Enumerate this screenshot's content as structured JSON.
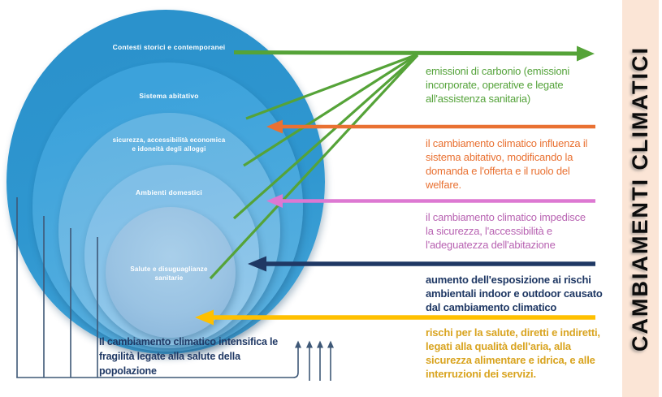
{
  "sidebar": {
    "title": "CAMBIAMENTI CLIMATICI",
    "background_color": "#FBE5D6"
  },
  "circles": [
    {
      "label": "Contesti storici e contemporanei",
      "color": "#2F97D0"
    },
    {
      "label": "Sistema abitativo",
      "color": "#4AA9DD"
    },
    {
      "label": "sicurezza, accessibilità economica\ne idoneità degli alloggi",
      "color": "#6EB9E4"
    },
    {
      "label": "Ambienti domestici",
      "color": "#8AC4E9"
    },
    {
      "label": "Salute e disuguaglianze\nsanitarie",
      "color": "#9AC3E3"
    }
  ],
  "annotations": [
    {
      "id": "emissions",
      "arrow_color": "#55A338",
      "text_color": "#55A33B",
      "arrow_direction": "right",
      "text": "emissioni di carbonio (emissioni\nincorporate, operative e legate\nall'assistenza sanitaria)"
    },
    {
      "id": "housing-system",
      "arrow_color": "#E97132",
      "text_color": "#E97132",
      "arrow_direction": "left",
      "text": "il cambiamento climatico influenza il\nsistema abitativo, modificando la\ndomanda e l'offerta e il ruolo del\nwelfare."
    },
    {
      "id": "housing-security",
      "arrow_color": "#DD78D2",
      "text_color": "#B863B2",
      "arrow_direction": "left",
      "text": "il cambiamento climatico impedisce\nla sicurezza, l'accessibilità e\nl'adeguatezza dell'abitazione"
    },
    {
      "id": "environmental-exposure",
      "arrow_color": "#1F3864",
      "text_color": "#1F3864",
      "arrow_direction": "left",
      "text": "aumento dell'esposizione ai rischi\nambientali indoor e outdoor causato\ndal cambiamento climatico"
    },
    {
      "id": "health-risks",
      "arrow_color": "#FFC000",
      "text_color": "#D9A420",
      "arrow_direction": "left",
      "text": "rischi per la salute, diretti e indiretti,\nlegati alla qualità dell'aria, alla\nsicurezza alimentare e idrica, e alle\ninterruzioni dei servizi."
    }
  ],
  "bottom_note": {
    "text": "Il cambiamento climatico intensifica le\nfragilità legate alla salute della\npopolazione",
    "color": "#1F3864"
  },
  "flow_lines": {
    "color": "#3E5877"
  }
}
